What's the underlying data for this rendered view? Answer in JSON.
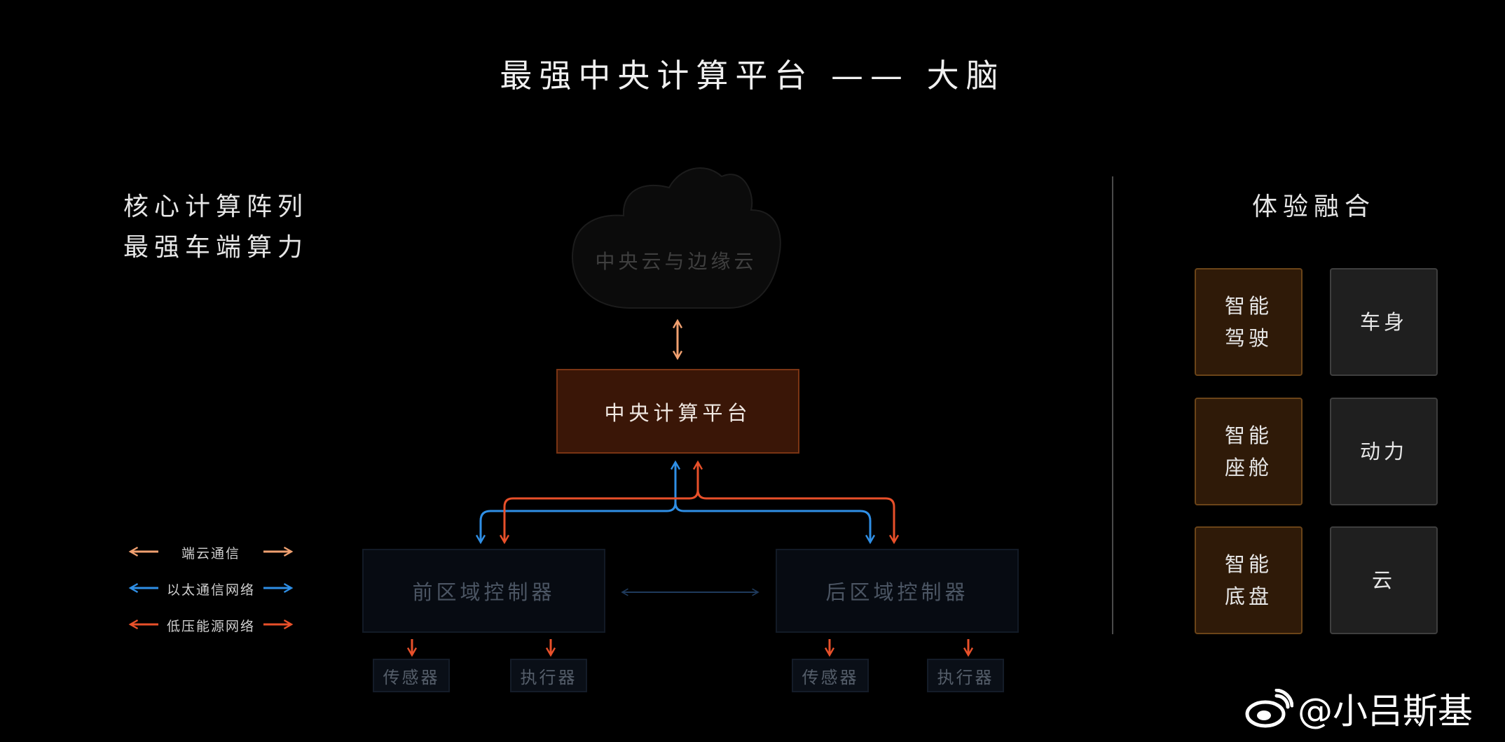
{
  "title": "最强中央计算平台 —— 大脑",
  "left_heading": {
    "line1": "核心计算阵列",
    "line2": "最强车端算力"
  },
  "cloud_label": "中央云与边缘云",
  "central_platform": "中央计算平台",
  "front_controller": "前区域控制器",
  "rear_controller": "后区域控制器",
  "front_devices": {
    "sensor": "传感器",
    "actuator": "执行器"
  },
  "rear_devices": {
    "sensor": "传感器",
    "actuator": "执行器"
  },
  "legend": [
    {
      "label": "端云通信",
      "color": "#f0a070"
    },
    {
      "label": "以太通信网络",
      "color": "#2f8fe6"
    },
    {
      "label": "低压能源网络",
      "color": "#e8502a"
    }
  ],
  "right_panel": {
    "heading": "体验融合",
    "tiles": [
      {
        "line1": "智能",
        "line2": "驾驶"
      },
      {
        "line1": "车身",
        "line2": ""
      },
      {
        "line1": "智能",
        "line2": "座舱"
      },
      {
        "line1": "动力",
        "line2": ""
      },
      {
        "line1": "智能",
        "line2": "底盘"
      },
      {
        "line1": "云",
        "line2": ""
      }
    ]
  },
  "colors": {
    "cloud_comm": "#f0a070",
    "ethernet": "#2f8fe6",
    "low_voltage": "#e8502a",
    "platform_fill": "#3a1607",
    "tile_orange": "#2f1a08"
  },
  "watermark": {
    "handle": "@小吕斯基",
    "icon": "weibo-icon"
  }
}
